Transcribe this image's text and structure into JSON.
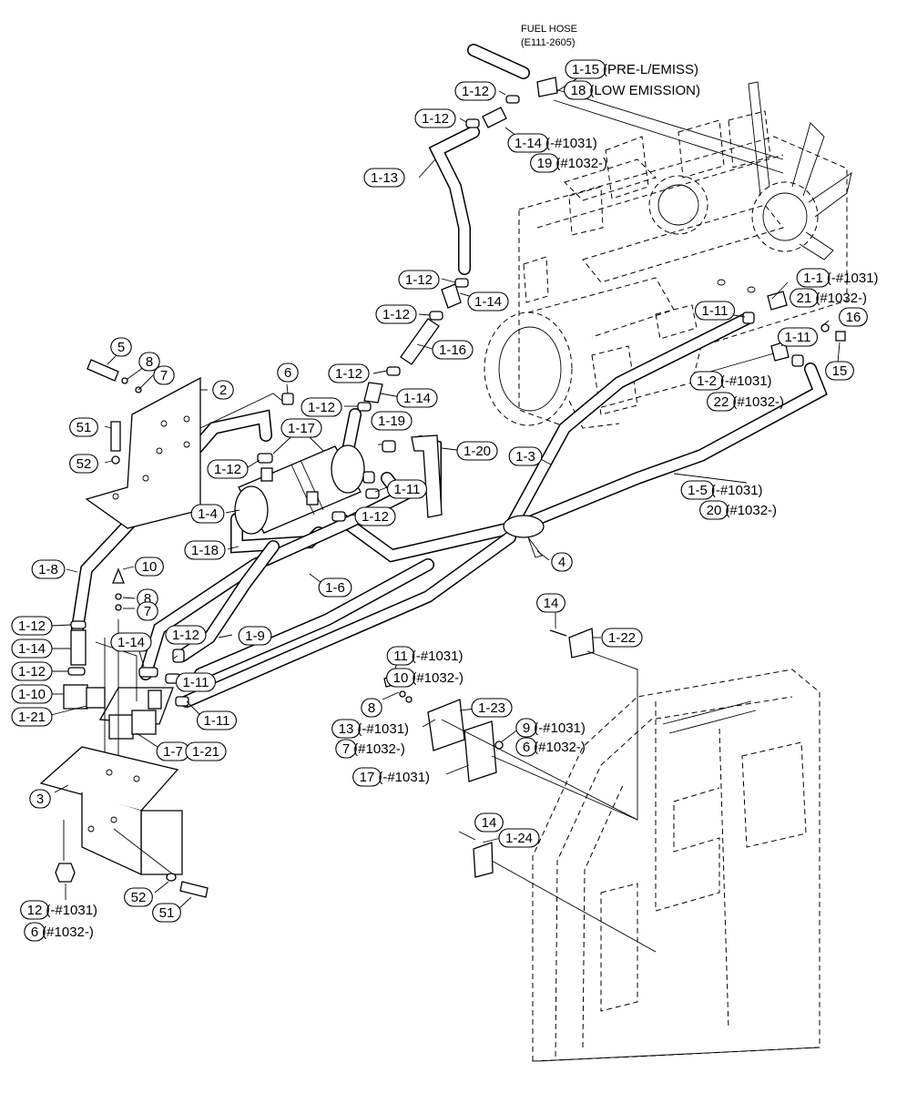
{
  "header": {
    "line1": "FUEL HOSE",
    "line2": "(E111-2605)"
  },
  "callouts": [
    {
      "id": "c_115",
      "a": "1-15",
      "b": "(PRE-L/EMISS)"
    },
    {
      "id": "c_18",
      "a": "18",
      "b": "(LOW EMISSION)"
    },
    {
      "id": "c_112a",
      "a": "1-12",
      "b": ""
    },
    {
      "id": "c_112b",
      "a": "1-12",
      "b": ""
    },
    {
      "id": "c_114a",
      "a": "1-14",
      "b": "(-#1031)"
    },
    {
      "id": "c_19",
      "a": "19",
      "b": "(#1032-)"
    },
    {
      "id": "c_113",
      "a": "1-13",
      "b": ""
    },
    {
      "id": "c_112c",
      "a": "1-12",
      "b": ""
    },
    {
      "id": "c_114b",
      "a": "1-14",
      "b": ""
    },
    {
      "id": "c_112d",
      "a": "1-12",
      "b": ""
    },
    {
      "id": "c_11",
      "a": "1-1",
      "b": "(-#1031)"
    },
    {
      "id": "c_21",
      "a": "21",
      "b": "(#1032-)"
    },
    {
      "id": "c_111a",
      "a": "1-11",
      "b": ""
    },
    {
      "id": "c_16",
      "a": "16",
      "b": ""
    },
    {
      "id": "c_116",
      "a": "1-16",
      "b": ""
    },
    {
      "id": "c_111b",
      "a": "1-11",
      "b": ""
    },
    {
      "id": "c_15",
      "a": "15",
      "b": ""
    },
    {
      "id": "c_5",
      "a": "5",
      "b": ""
    },
    {
      "id": "c_8a",
      "a": "8",
      "b": ""
    },
    {
      "id": "c_7a",
      "a": "7",
      "b": ""
    },
    {
      "id": "c_2",
      "a": "2",
      "b": ""
    },
    {
      "id": "c_6a",
      "a": "6",
      "b": ""
    },
    {
      "id": "c_112e",
      "a": "1-12",
      "b": ""
    },
    {
      "id": "c_114c",
      "a": "1-14",
      "b": ""
    },
    {
      "id": "c_12x",
      "a": "1-2",
      "b": "(-#1031)"
    },
    {
      "id": "c_22",
      "a": "22",
      "b": "(#1032-)"
    },
    {
      "id": "c_112f",
      "a": "1-12",
      "b": ""
    },
    {
      "id": "c_117",
      "a": "1-17",
      "b": ""
    },
    {
      "id": "c_119",
      "a": "1-19",
      "b": ""
    },
    {
      "id": "c_51a",
      "a": "51",
      "b": ""
    },
    {
      "id": "c_120",
      "a": "1-20",
      "b": ""
    },
    {
      "id": "c_13x",
      "a": "1-3",
      "b": ""
    },
    {
      "id": "c_52a",
      "a": "52",
      "b": ""
    },
    {
      "id": "c_112g",
      "a": "1-12",
      "b": ""
    },
    {
      "id": "c_111c",
      "a": "1-11",
      "b": ""
    },
    {
      "id": "c_15x",
      "a": "1-5",
      "b": "(-#1031)"
    },
    {
      "id": "c_20",
      "a": "20",
      "b": "(#1032-)"
    },
    {
      "id": "c_14x",
      "a": "1-4",
      "b": ""
    },
    {
      "id": "c_112h",
      "a": "1-12",
      "b": ""
    },
    {
      "id": "c_118",
      "a": "1-18",
      "b": ""
    },
    {
      "id": "c_4",
      "a": "4",
      "b": ""
    },
    {
      "id": "c_18x",
      "a": "1-8",
      "b": ""
    },
    {
      "id": "c_10",
      "a": "10",
      "b": ""
    },
    {
      "id": "c_16x",
      "a": "1-6",
      "b": ""
    },
    {
      "id": "c_8b",
      "a": "8",
      "b": ""
    },
    {
      "id": "c_7b",
      "a": "7",
      "b": ""
    },
    {
      "id": "c_14",
      "a": "14",
      "b": ""
    },
    {
      "id": "c_112i",
      "a": "1-12",
      "b": ""
    },
    {
      "id": "c_19x",
      "a": "1-9",
      "b": ""
    },
    {
      "id": "c_122",
      "a": "1-22",
      "b": ""
    },
    {
      "id": "c_114d",
      "a": "1-14",
      "b": ""
    },
    {
      "id": "c_112j",
      "a": "1-12",
      "b": ""
    },
    {
      "id": "c_114e",
      "a": "1-14",
      "b": ""
    },
    {
      "id": "c_11b",
      "a": "11",
      "b": "(-#1031)"
    },
    {
      "id": "c_112k",
      "a": "1-12",
      "b": ""
    },
    {
      "id": "c_111d",
      "a": "1-11",
      "b": ""
    },
    {
      "id": "c_10b",
      "a": "10",
      "b": "(#1032-)"
    },
    {
      "id": "c_110",
      "a": "1-10",
      "b": ""
    },
    {
      "id": "c_8c",
      "a": "8",
      "b": ""
    },
    {
      "id": "c_123",
      "a": "1-23",
      "b": ""
    },
    {
      "id": "c_121",
      "a": "1-21",
      "b": ""
    },
    {
      "id": "c_111e",
      "a": "1-11",
      "b": ""
    },
    {
      "id": "c_13b",
      "a": "13",
      "b": "(-#1031)"
    },
    {
      "id": "c_9",
      "a": "9",
      "b": "(-#1031)"
    },
    {
      "id": "c_7c",
      "a": "7",
      "b": "(#1032-)"
    },
    {
      "id": "c_6b",
      "a": "6",
      "b": "(#1032-)"
    },
    {
      "id": "c_17x",
      "a": "1-7",
      "b": ""
    },
    {
      "id": "c_121b",
      "a": "1-21",
      "b": ""
    },
    {
      "id": "c_17b",
      "a": "17",
      "b": "(-#1031)"
    },
    {
      "id": "c_3",
      "a": "3",
      "b": ""
    },
    {
      "id": "c_14b",
      "a": "14",
      "b": ""
    },
    {
      "id": "c_124",
      "a": "1-24",
      "b": ""
    },
    {
      "id": "c_52b",
      "a": "52",
      "b": ""
    },
    {
      "id": "c_12b",
      "a": "12",
      "b": "(-#1031)"
    },
    {
      "id": "c_6c",
      "a": "6",
      "b": "(#1032-)"
    },
    {
      "id": "c_51b",
      "a": "51",
      "b": ""
    }
  ]
}
